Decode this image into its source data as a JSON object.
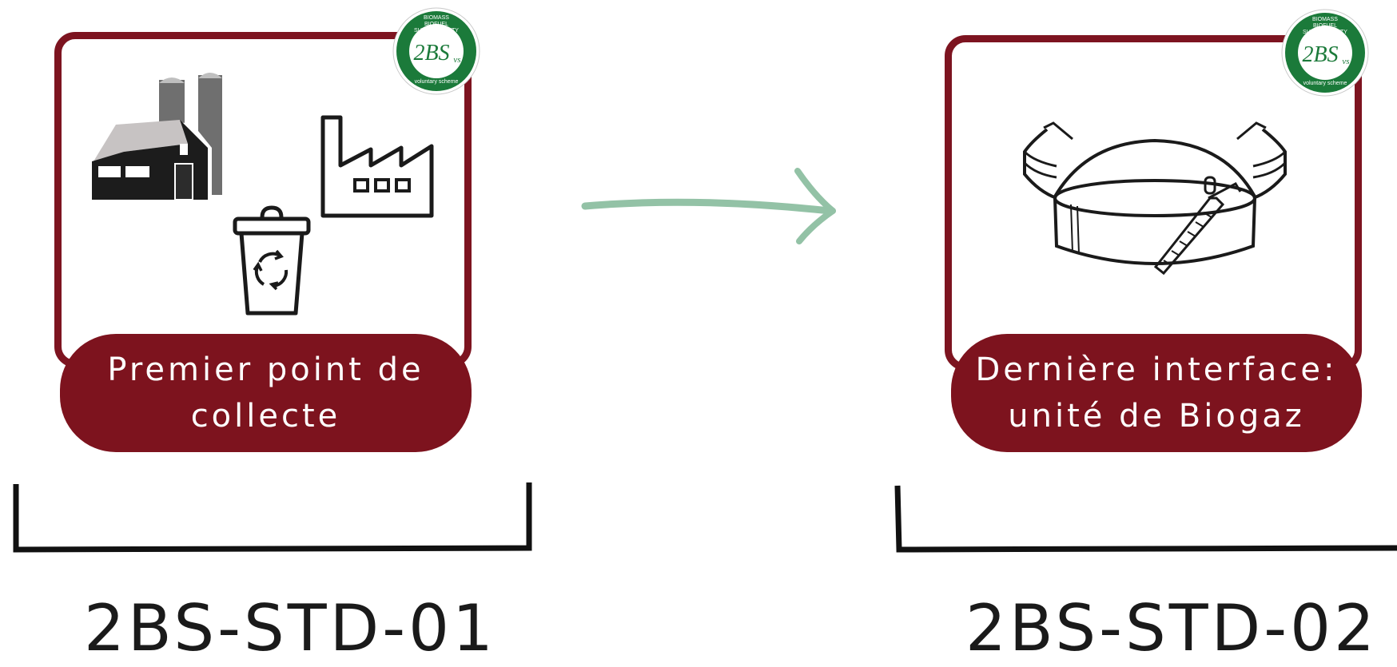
{
  "colors": {
    "card_border": "#7d1420",
    "pill_fill": "#7d131e",
    "arrow": "#93c2a6",
    "badge_green": "#1b7a3a"
  },
  "badge": {
    "top_lines": [
      "BIOMASS",
      "BIOFUEL",
      "SUSTAINABILITY"
    ],
    "mark": "2BS",
    "sub": "vs",
    "bottom": "voluntary scheme"
  },
  "left": {
    "label": "Premier point de\ncollecte",
    "code": "2BS-STD-01",
    "icons": [
      "farm-barn-silo",
      "factory",
      "recycling-bin"
    ]
  },
  "right": {
    "label": "Dernière interface:\nunité de Biogaz",
    "code": "2BS-STD-02",
    "icons": [
      "biogas-digester"
    ]
  }
}
